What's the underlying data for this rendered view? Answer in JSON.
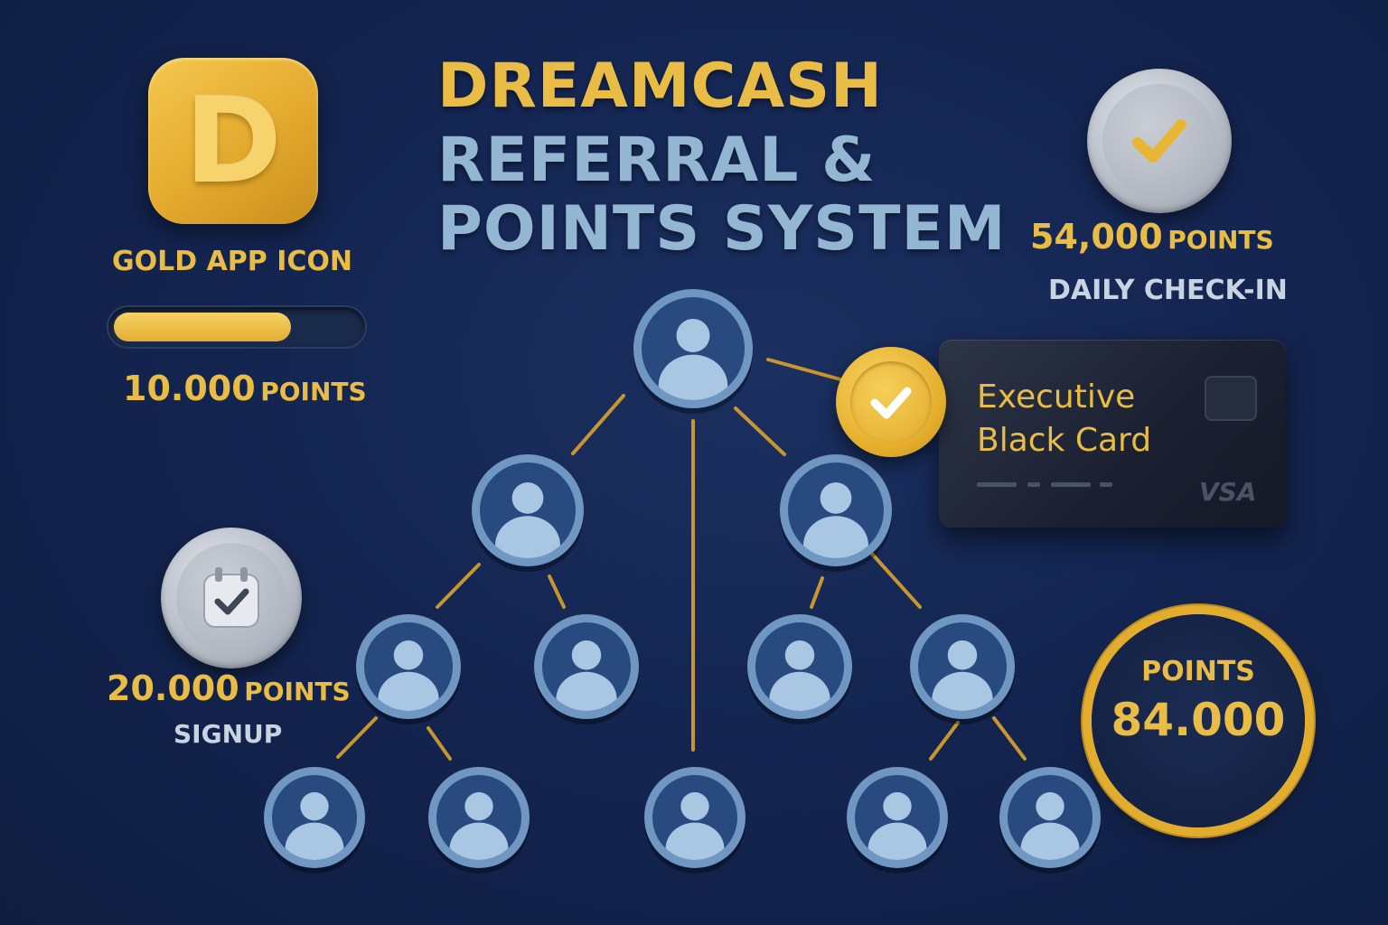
{
  "title": {
    "line1": "DREAMCASH",
    "line2": "REFERRAL &",
    "line3": "POINTS SYSTEM"
  },
  "app_icon": {
    "letter": "D",
    "caption": "GOLD APP ICON",
    "progress_fraction": 0.72,
    "points_value": "10.000",
    "points_unit": "POINTS"
  },
  "daily_checkin": {
    "points_value": "54,000",
    "points_unit": "POINTS",
    "caption": "DAILY CHECK-IN",
    "icon": "check-icon"
  },
  "signup": {
    "points_value": "20.000",
    "points_unit": "POINTS",
    "caption": "SIGNUP",
    "icon": "calendar-check-icon"
  },
  "card": {
    "line1": "Executive",
    "line2": "Black Card",
    "brand": "VSA",
    "badge_icon": "check-icon"
  },
  "points_total": {
    "label": "POINTS",
    "value": "84.000"
  },
  "tree": {
    "node_icon": "user-icon",
    "levels": [
      1,
      2,
      4,
      5
    ]
  },
  "colors": {
    "gold": "#e9bd45",
    "title_blue": "#93b7d3",
    "background": "#142551",
    "node_blue": "#284a7e",
    "connector": "#c8962e"
  }
}
